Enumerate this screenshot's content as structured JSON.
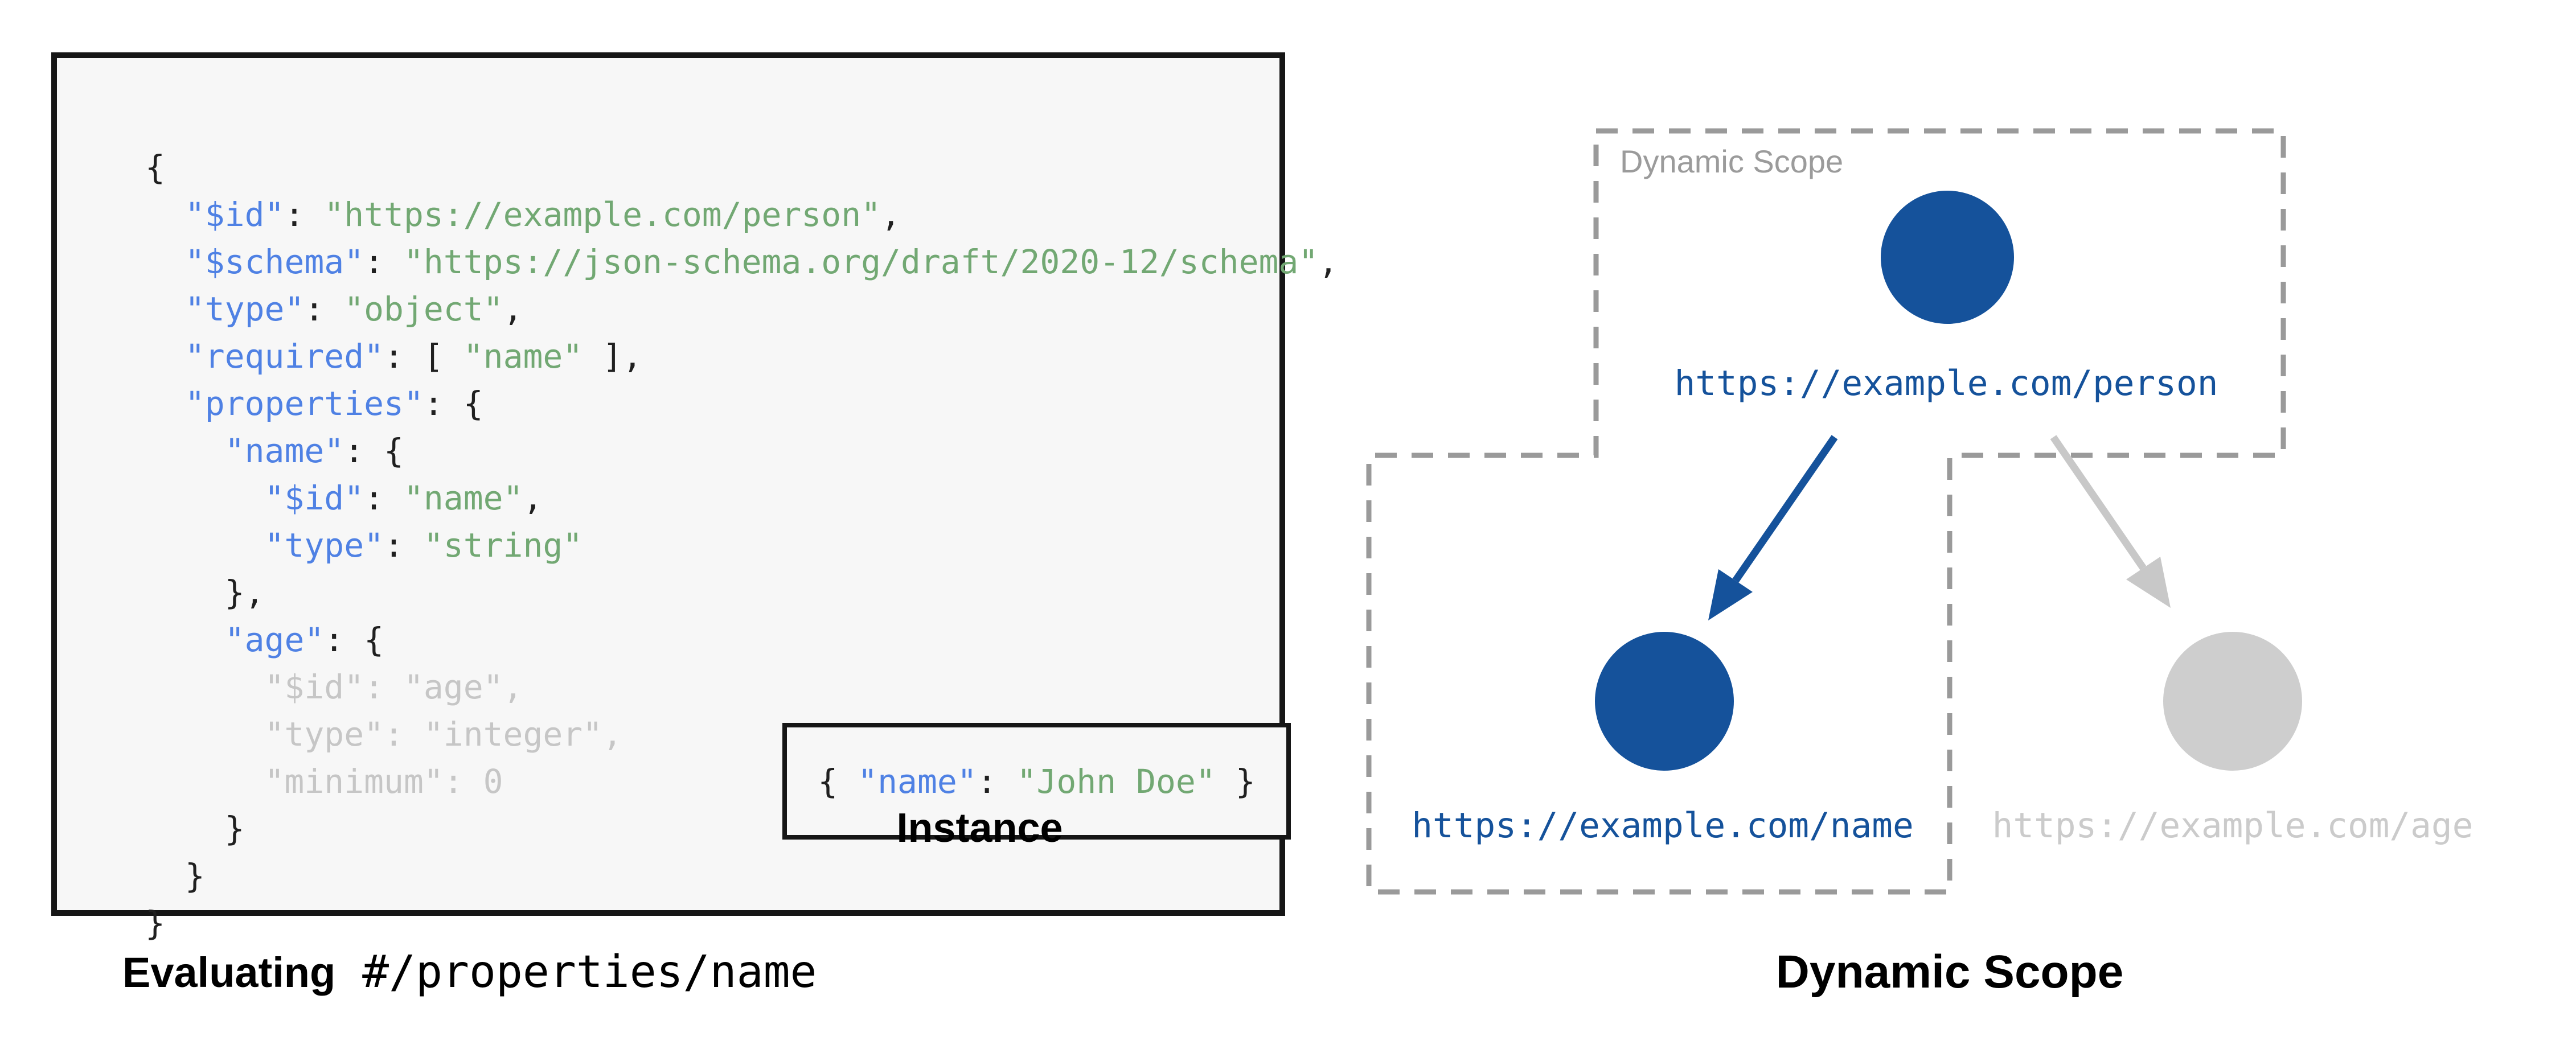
{
  "colors": {
    "code_blue": "#4f81e4",
    "code_green": "#72a873",
    "code_gray": "#c6c6c6",
    "node_blue": "#15529b",
    "node_gray": "#cecece",
    "label_gray": "#cbcbcb",
    "dash_gray": "#9a9a9a",
    "arrow_gray": "#c8c8c8",
    "panel_bg": "#f7f7f7"
  },
  "schema_panel": {
    "code_lines": [
      [
        [
          "p",
          "{"
        ]
      ],
      [
        [
          "p",
          "  "
        ],
        [
          "k",
          "\"$id\""
        ],
        [
          "p",
          ": "
        ],
        [
          "s",
          "\"https://example.com/person\""
        ],
        [
          "p",
          ","
        ]
      ],
      [
        [
          "p",
          "  "
        ],
        [
          "k",
          "\"$schema\""
        ],
        [
          "p",
          ": "
        ],
        [
          "s",
          "\"https://json-schema.org/draft/2020-12/schema\""
        ],
        [
          "p",
          ","
        ]
      ],
      [
        [
          "p",
          "  "
        ],
        [
          "k",
          "\"type\""
        ],
        [
          "p",
          ": "
        ],
        [
          "s",
          "\"object\""
        ],
        [
          "p",
          ","
        ]
      ],
      [
        [
          "p",
          "  "
        ],
        [
          "k",
          "\"required\""
        ],
        [
          "p",
          ": [ "
        ],
        [
          "s",
          "\"name\""
        ],
        [
          "p",
          " ],"
        ]
      ],
      [
        [
          "p",
          "  "
        ],
        [
          "k",
          "\"properties\""
        ],
        [
          "p",
          ": {"
        ]
      ],
      [
        [
          "p",
          "    "
        ],
        [
          "k",
          "\"name\""
        ],
        [
          "p",
          ": {"
        ]
      ],
      [
        [
          "p",
          "      "
        ],
        [
          "k",
          "\"$id\""
        ],
        [
          "p",
          ": "
        ],
        [
          "s",
          "\"name\""
        ],
        [
          "p",
          ","
        ]
      ],
      [
        [
          "p",
          "      "
        ],
        [
          "k",
          "\"type\""
        ],
        [
          "p",
          ": "
        ],
        [
          "s",
          "\"string\""
        ]
      ],
      [
        [
          "p",
          "    },"
        ]
      ],
      [
        [
          "p",
          "    "
        ],
        [
          "k",
          "\"age\""
        ],
        [
          "p",
          ": {"
        ]
      ],
      [
        [
          "g",
          "      \"$id\": \"age\","
        ]
      ],
      [
        [
          "g",
          "      \"type\": \"integer\","
        ]
      ],
      [
        [
          "g",
          "      \"minimum\": 0"
        ]
      ],
      [
        [
          "p",
          "    }"
        ]
      ],
      [
        [
          "p",
          "  }"
        ]
      ],
      [
        [
          "p",
          "}"
        ]
      ]
    ],
    "instance": {
      "tokens": [
        [
          "p",
          "{ "
        ],
        [
          "k",
          "\"name\""
        ],
        [
          "p",
          ": "
        ],
        [
          "s",
          "\"John Doe\""
        ],
        [
          "p",
          " }"
        ]
      ],
      "label": "Instance"
    },
    "caption": {
      "bold": "Evaluating",
      "mono": " #/properties/name"
    }
  },
  "diagram": {
    "scope_tag": "Dynamic Scope",
    "caption": "Dynamic Scope",
    "nodes": [
      {
        "id": "person",
        "label": "https://example.com/person",
        "state": "in-scope"
      },
      {
        "id": "name",
        "label": "https://example.com/name",
        "state": "in-scope"
      },
      {
        "id": "age",
        "label": "https://example.com/age",
        "state": "out-of-scope"
      }
    ]
  }
}
